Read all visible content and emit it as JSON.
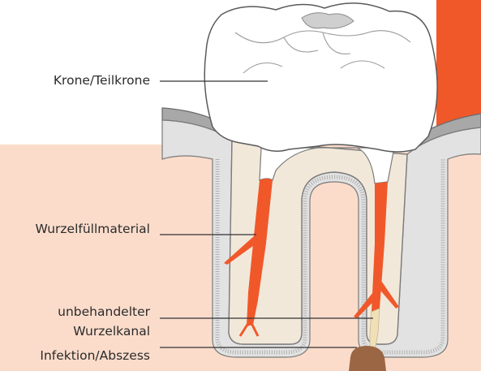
{
  "labels": {
    "crown": "Krone/Teilkrone",
    "filling": "Wurzelfüllmaterial",
    "canal_line1": "unbehandelter",
    "canal_line2": "Wurzelkanal",
    "infection": "Infektion/Abszess"
  },
  "colors": {
    "gum": "#fbdccb",
    "accent": "#f0582a",
    "crown": "#ffffff",
    "dentin": "#f2e8da",
    "bone_shell": "#e2e2e2",
    "gum_cap": "#a8a8a8",
    "abscess": "#9a6644",
    "outline": "#5a5a5a",
    "leader": "#333333",
    "text": "#2b2b2b"
  }
}
